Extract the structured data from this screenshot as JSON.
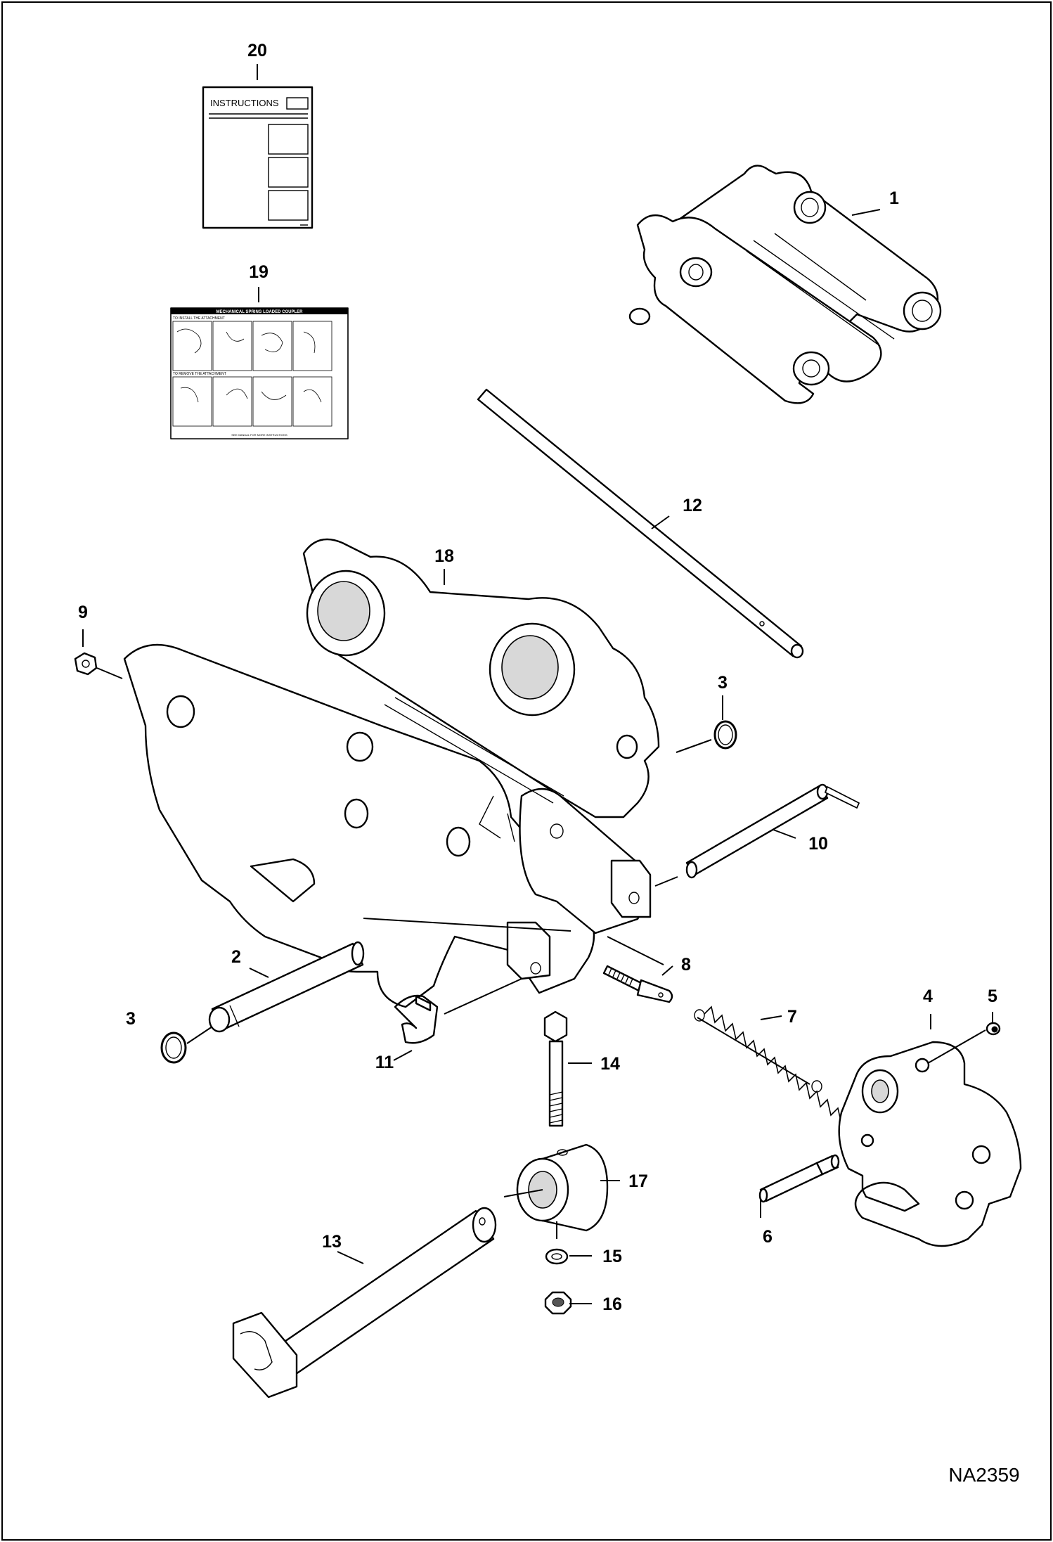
{
  "diagram": {
    "figure_code": "NA2359",
    "instruction_card_title": "INSTRUCTIONS",
    "decal": {
      "title": "MECHANICAL SPRING LOADED COUPLER",
      "install_heading": "TO INSTALL THE ATTACHMENT",
      "remove_heading": "TO REMOVE THE ATTACHMENT",
      "footer": "SEE MANUAL FOR MORE INSTRUCTIONS"
    },
    "callouts": [
      "20",
      "19",
      "1",
      "12",
      "18",
      "9",
      "3",
      "10",
      "2",
      "8",
      "3",
      "7",
      "4",
      "5",
      "11",
      "14",
      "17",
      "6",
      "13",
      "15",
      "16"
    ]
  }
}
